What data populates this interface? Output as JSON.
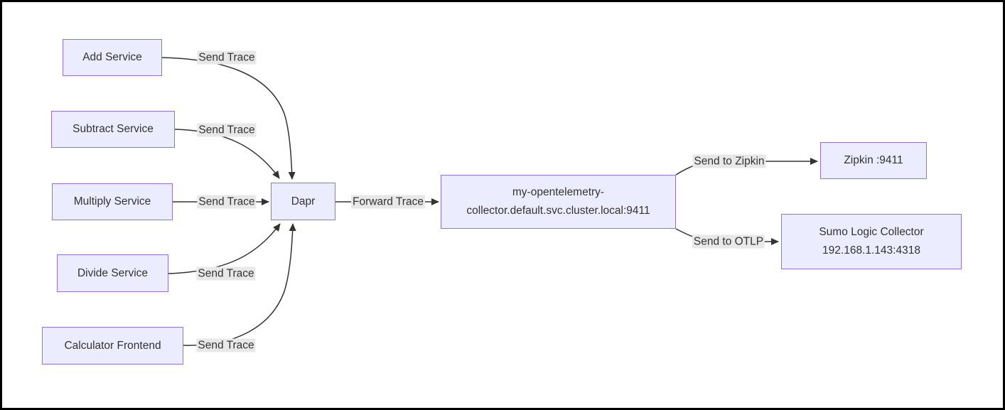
{
  "diagram": {
    "type": "flowchart",
    "direction": "left-to-right",
    "subject": "Dapr distributed tracing pipeline"
  },
  "colors": {
    "node_fill": "#ECECFF",
    "node_border": "#9370DB",
    "edge": "#333333",
    "edge_label_bg": "#e8e8e8",
    "text": "#333333",
    "frame": "#000000",
    "background": "#ffffff"
  },
  "nodes": [
    {
      "id": "add-service",
      "label": "Add Service"
    },
    {
      "id": "subtract-service",
      "label": "Subtract Service"
    },
    {
      "id": "multiply-service",
      "label": "Multiply Service"
    },
    {
      "id": "divide-service",
      "label": "Divide Service"
    },
    {
      "id": "calculator-frontend",
      "label": "Calculator Frontend"
    },
    {
      "id": "dapr",
      "label": "Dapr"
    },
    {
      "id": "otel-collector",
      "line1": "my-opentelemetry-",
      "line2": "collector.default.svc.cluster.local:9411"
    },
    {
      "id": "zipkin",
      "label": "Zipkin :9411"
    },
    {
      "id": "sumo-logic-collector",
      "line1": "Sumo Logic Collector",
      "line2": "192.168.1.143:4318"
    }
  ],
  "edges": [
    {
      "from": "Add Service",
      "to": "Dapr",
      "label": "Send Trace"
    },
    {
      "from": "Subtract Service",
      "to": "Dapr",
      "label": "Send Trace"
    },
    {
      "from": "Multiply Service",
      "to": "Dapr",
      "label": "Send Trace"
    },
    {
      "from": "Divide Service",
      "to": "Dapr",
      "label": "Send Trace"
    },
    {
      "from": "Calculator Frontend",
      "to": "Dapr",
      "label": "Send Trace"
    },
    {
      "from": "Dapr",
      "to": "my-opentelemetry-collector.default.svc.cluster.local:9411",
      "label": "Forward Trace"
    },
    {
      "from": "my-opentelemetry-collector.default.svc.cluster.local:9411",
      "to": "Zipkin :9411",
      "label": "Send to Zipkin"
    },
    {
      "from": "my-opentelemetry-collector.default.svc.cluster.local:9411",
      "to": "Sumo Logic Collector 192.168.1.143:4318",
      "label": "Send to OTLP"
    }
  ]
}
